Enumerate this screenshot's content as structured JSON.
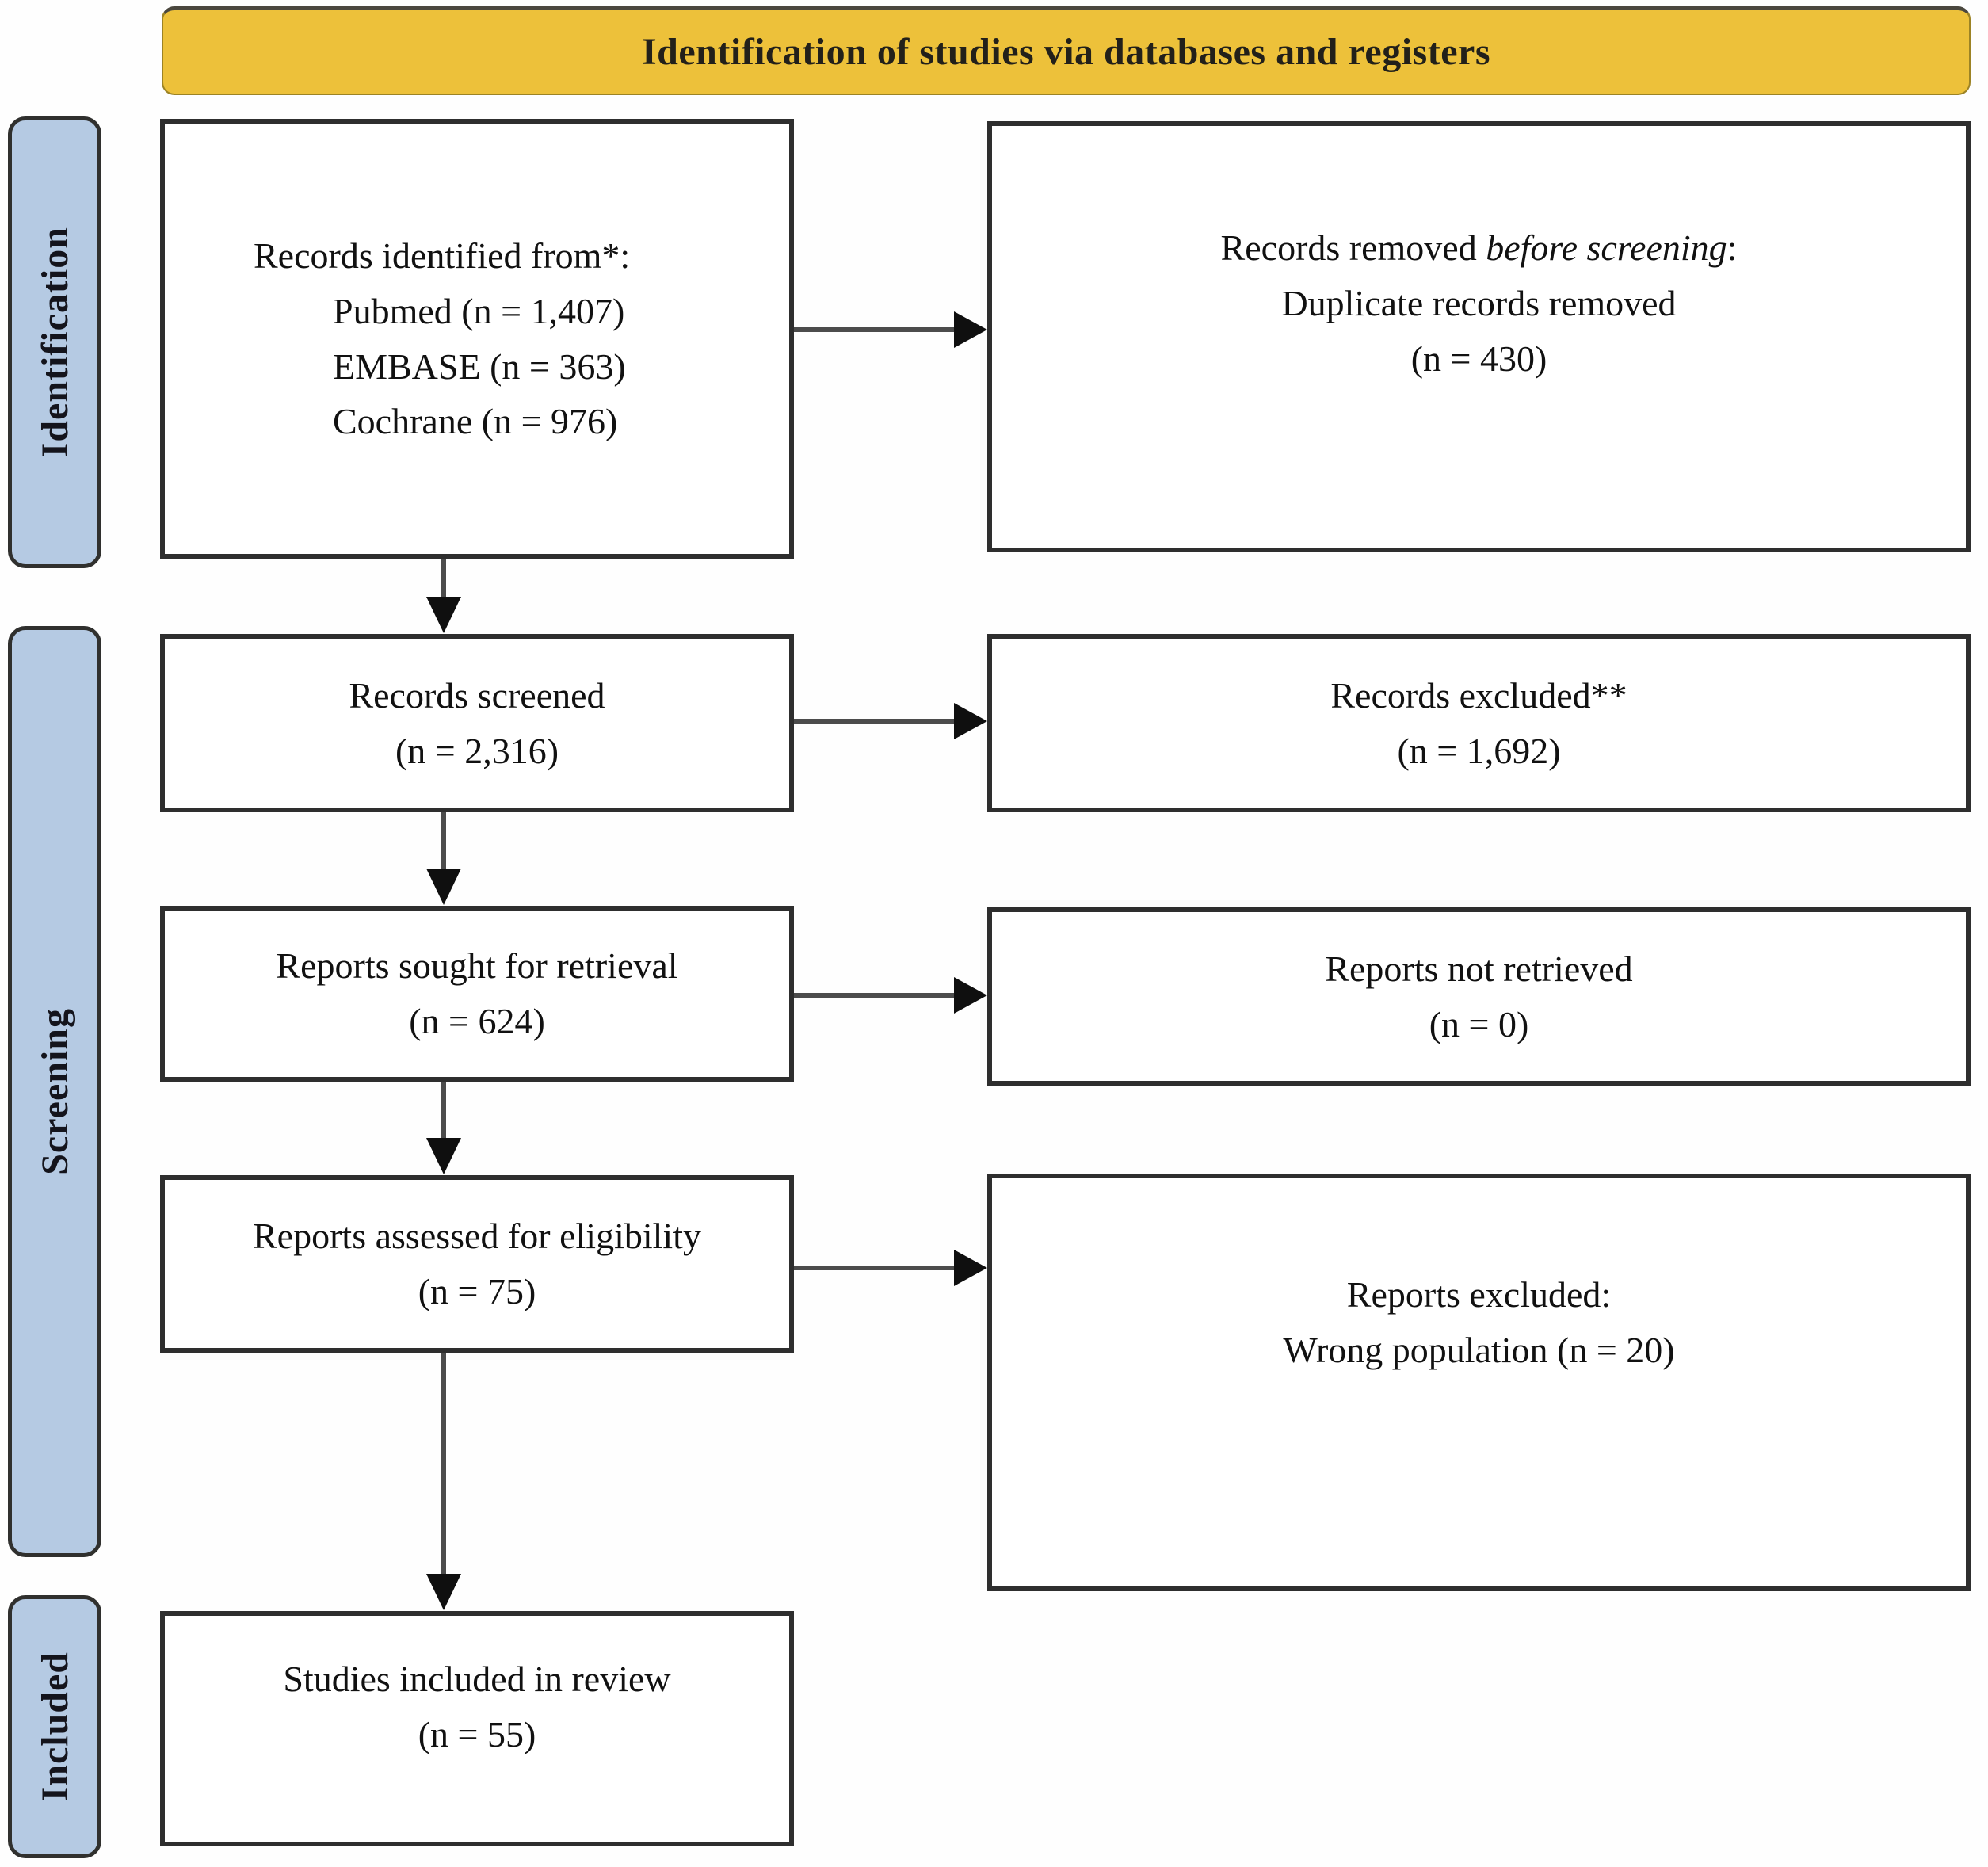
{
  "banner": {
    "title": "Identification of studies via databases and registers"
  },
  "stages": {
    "identification": "Identification",
    "screening": "Screening",
    "included": "Included"
  },
  "boxes": {
    "identified": {
      "title": "Records identified from*:",
      "sources": [
        "Pubmed (n = 1,407)",
        "EMBASE (n = 363)",
        "Cochrane (n = 976)"
      ]
    },
    "removed_before_screening": {
      "prefix": "Records removed",
      "italic": "before screening",
      "suffix": ":",
      "line2": "Duplicate records removed",
      "count": "(n = 430)"
    },
    "screened": {
      "title": "Records screened",
      "count": "(n = 2,316)"
    },
    "excluded": {
      "title": "Records excluded**",
      "count": "(n = 1,692)"
    },
    "sought": {
      "title": "Reports sought for retrieval",
      "count": "(n = 624)"
    },
    "not_retrieved": {
      "title": "Reports not retrieved",
      "count": "(n = 0)"
    },
    "assessed": {
      "title": "Reports assessed for eligibility",
      "count": "(n = 75)"
    },
    "reports_excluded": {
      "title": "Reports excluded:",
      "line2": "Wrong population (n = 20)"
    },
    "included_in_review": {
      "title": "Studies included in review",
      "count": "(n = 55)"
    }
  },
  "colors": {
    "banner_bg": "#edc13a",
    "stage_bg": "#b5cae3",
    "box_border": "#2e2e2e",
    "arrow_line": "#4c4c4c",
    "arrow_head": "#0f0f0f"
  }
}
